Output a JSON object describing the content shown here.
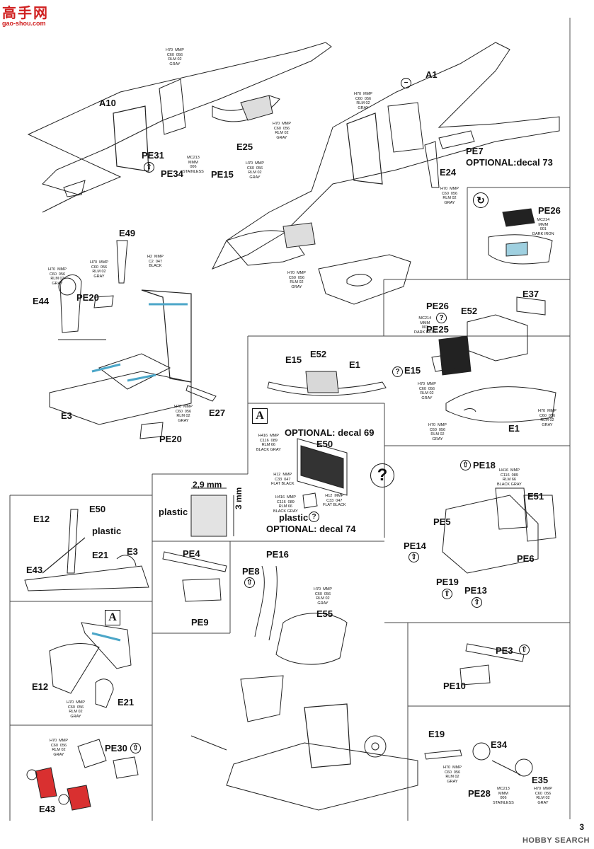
{
  "watermark": {
    "logo": "高手网",
    "url": "gao-shou.com"
  },
  "page_number": "3",
  "footer_brand": "HOBBY SEARCH",
  "paint_codes": {
    "rlm02": {
      "h": "H70",
      "m": "MMP",
      "c": "C60",
      "n": "056",
      "name1": "RLM 02",
      "name2": "GRAY"
    },
    "rlm66": {
      "h": "H416",
      "m": "MMP",
      "c": "C116",
      "n": "089",
      "name1": "RLM 66",
      "name2": "BLACK GRAY"
    },
    "black": {
      "h": "H2",
      "m": "MMP",
      "c": "C2",
      "n": "047",
      "name1": "BLACK",
      "name2": ""
    },
    "flatblack": {
      "h": "H12",
      "m": "MMP",
      "c": "C33",
      "n": "047",
      "name1": "FLAT BLACK",
      "name2": ""
    },
    "darkiron": {
      "h": "MC214",
      "m": "MMM",
      "c": "",
      "n": "001",
      "name1": "DARK IRON",
      "name2": ""
    },
    "stainless": {
      "h": "MC213",
      "m": "MMM",
      "c": "",
      "n": "006",
      "name1": "STAINLESS",
      "name2": ""
    }
  },
  "labels": {
    "A10": "A10",
    "A1": "A1",
    "PE31": "PE31",
    "PE34": "PE34",
    "PE15": "PE15",
    "E25": "E25",
    "PE7": "PE7",
    "opt73": "OPTIONAL:decal 73",
    "E24": "E24",
    "PE26a": "PE26",
    "E49": "E49",
    "E44": "E44",
    "PE20a": "PE20",
    "PE20b": "PE20",
    "E3": "E3",
    "E27": "E27",
    "PE26b": "PE26",
    "PE25": "PE25",
    "E52": "E52",
    "E37": "E37",
    "E15": "E15",
    "E52b": "E52",
    "E1": "E1",
    "E15b": "E15",
    "E1b": "E1",
    "opt69": "OPTIONAL: decal 69",
    "E50": "E50",
    "plastic1": "plastic",
    "opt74": "OPTIONAL: decal 74",
    "dim_w": "2,9 mm",
    "dim_h": "3 mm",
    "plastic_box": "plastic",
    "PE18": "PE18",
    "E51": "E51",
    "PE5": "PE5",
    "PE14": "PE14",
    "PE6": "PE6",
    "PE19": "PE19",
    "PE13": "PE13",
    "E12": "E12",
    "E50b": "E50",
    "plastic2": "plastic",
    "E21": "E21",
    "E3b": "E3",
    "E43": "E43",
    "PE4": "PE4",
    "PE9": "PE9",
    "PE16": "PE16",
    "PE8": "PE8",
    "E55": "E55",
    "PE3": "PE3",
    "PE10": "PE10",
    "E12b": "E12",
    "E21b": "E21",
    "PE30": "PE30",
    "E43b": "E43",
    "E19": "E19",
    "E34": "E34",
    "E35": "E35",
    "PE28": "PE28",
    "sectionA": "A"
  },
  "symbols": {
    "question": "?",
    "flip": "↻",
    "arrow": "⇧"
  }
}
